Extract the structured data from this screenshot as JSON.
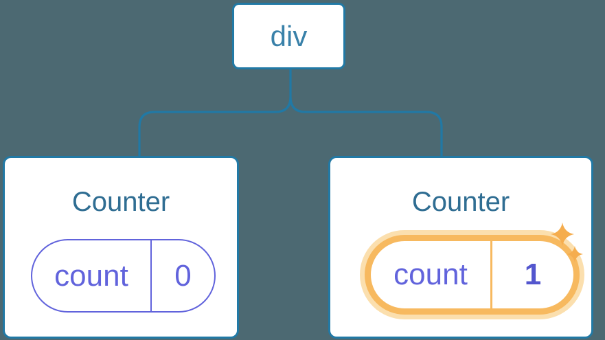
{
  "diagram": {
    "root": {
      "label": "div"
    },
    "counters": [
      {
        "title": "Counter",
        "state_key": "count",
        "state_value": "0",
        "highlighted": false
      },
      {
        "title": "Counter",
        "state_key": "count",
        "state_value": "1",
        "highlighted": true
      }
    ]
  },
  "colors": {
    "bg": "#4C6972",
    "blue": "#2179A5",
    "node-text": "#3981A9",
    "title-text": "#2F6D92",
    "purple": "#6163DC",
    "purple-bold": "#5356CE",
    "orange": "#F7B95F",
    "orange-halo": "#FBDFAE",
    "sparkle": "#F5AD4E",
    "card-bg": "#FFFFFF"
  }
}
